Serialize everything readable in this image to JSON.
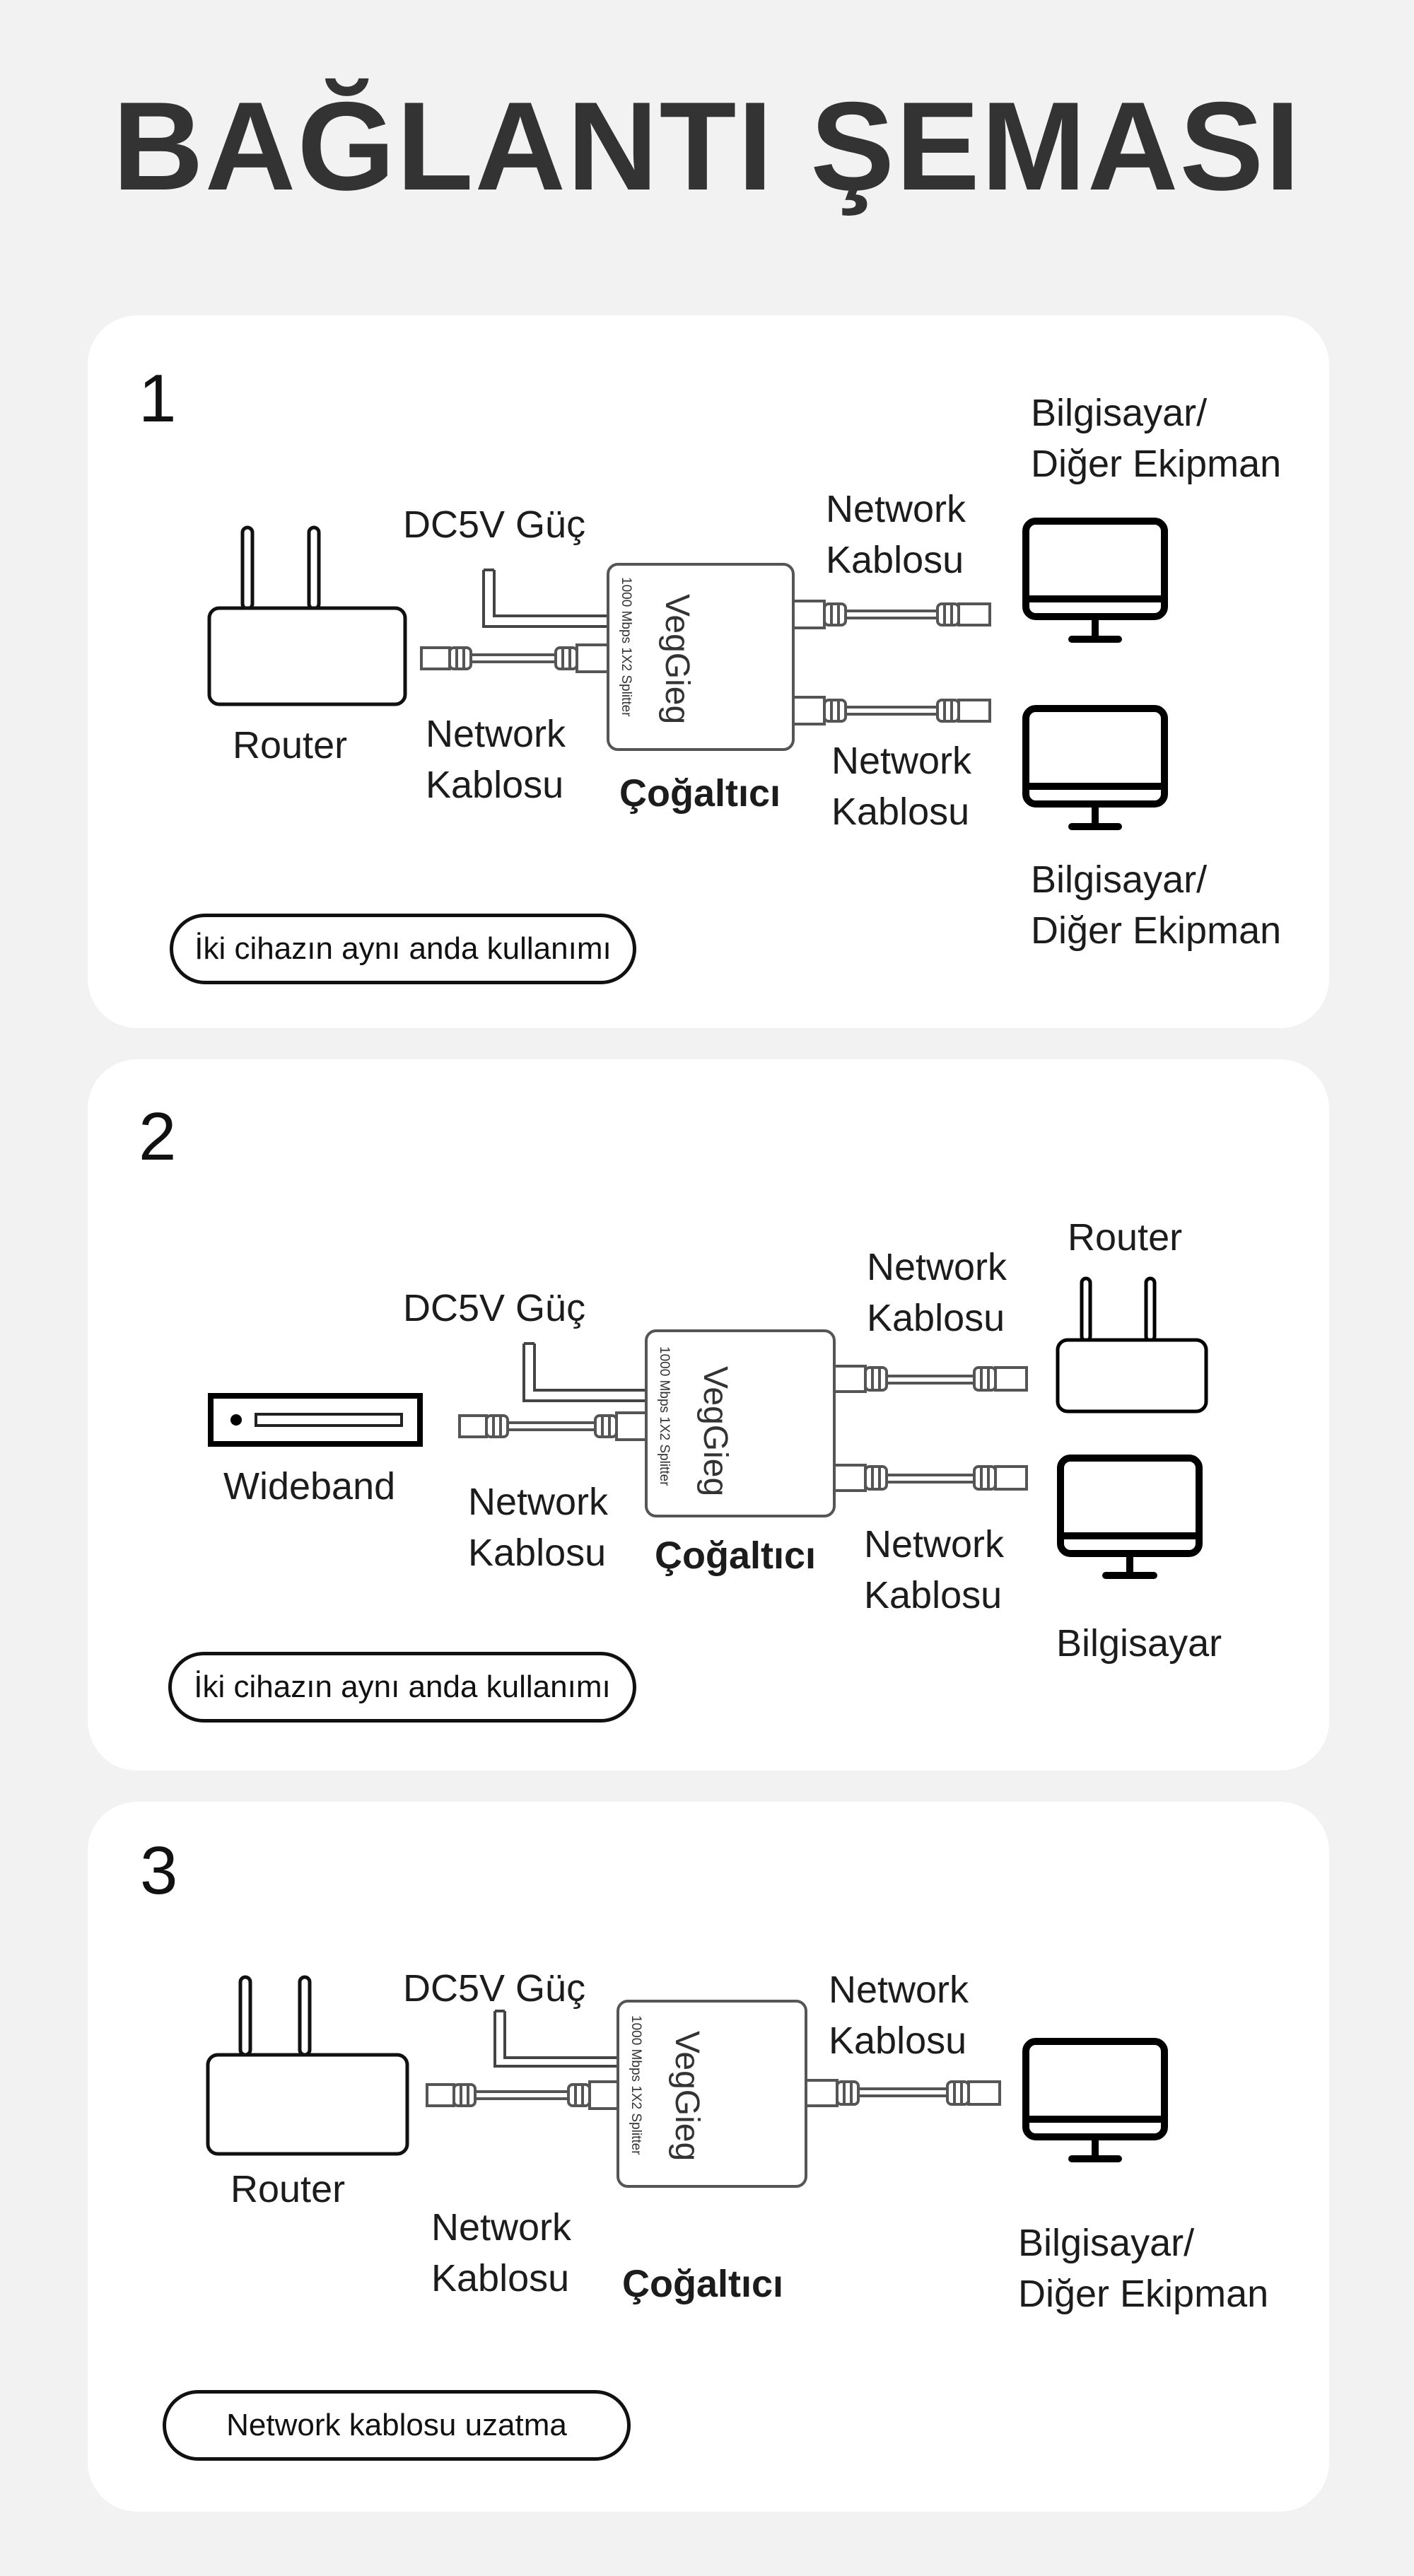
{
  "title": "BAĞLANTI ŞEMASI",
  "splitter": {
    "brand": "VegGieg",
    "model": "1000 Mbps 1X2 Splitter"
  },
  "panels": [
    {
      "number": "1",
      "left_device": "Router",
      "power_label": "DC5V Güç",
      "input_cable": [
        "Network",
        "Kablosu"
      ],
      "splitter_label": "Çoğaltıcı",
      "out_cable_top": [
        "Network",
        "Kablosu"
      ],
      "out_cable_bottom": [
        "Network",
        "Kablosu"
      ],
      "device_top": [
        "Bilgisayar/",
        "Diğer Ekipman"
      ],
      "device_bottom": [
        "Bilgisayar/",
        "Diğer Ekipman"
      ],
      "caption": "İki cihazın aynı anda kullanımı"
    },
    {
      "number": "2",
      "left_device": "Wideband",
      "power_label": "DC5V Güç",
      "input_cable": [
        "Network",
        "Kablosu"
      ],
      "splitter_label": "Çoğaltıcı",
      "out_cable_top": [
        "Network",
        "Kablosu"
      ],
      "out_cable_bottom": [
        "Network",
        "Kablosu"
      ],
      "device_top": [
        "Router"
      ],
      "device_bottom": [
        "Bilgisayar"
      ],
      "caption": "İki cihazın aynı anda kullanımı"
    },
    {
      "number": "3",
      "left_device": "Router",
      "power_label": "DC5V Güç",
      "input_cable": [
        "Network",
        "Kablosu"
      ],
      "splitter_label": "Çoğaltıcı",
      "out_cable": [
        "Network",
        "Kablosu"
      ],
      "device": [
        "Bilgisayar/",
        "Diğer Ekipman"
      ],
      "caption": "Network kablosu uzatma"
    }
  ]
}
